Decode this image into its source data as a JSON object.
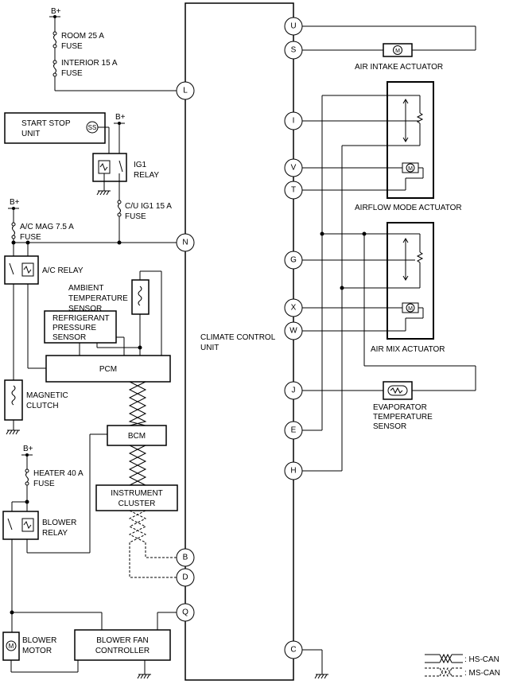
{
  "supply": "B+",
  "fuses": {
    "room": [
      "ROOM 25 A",
      "FUSE"
    ],
    "interior": [
      "INTERIOR 15 A",
      "FUSE"
    ],
    "cu_ig1": [
      "C/U IG1 15 A",
      "FUSE"
    ],
    "ac_mag": [
      "A/C MAG 7.5 A",
      "FUSE"
    ],
    "heater": [
      "HEATER 40 A",
      "FUSE"
    ]
  },
  "components": {
    "start_stop_unit": [
      "START STOP",
      "UNIT"
    ],
    "ss_badge": "SS",
    "ig1_relay": [
      "IG1",
      "RELAY"
    ],
    "ac_relay": "A/C RELAY",
    "ambient_sensor": [
      "AMBIENT",
      "TEMPERATURE",
      "SENSOR"
    ],
    "refrigerant_sensor": [
      "REFRIGERANT",
      "PRESSURE",
      "SENSOR"
    ],
    "pcm": "PCM",
    "magnetic_clutch": [
      "MAGNETIC",
      "CLUTCH"
    ],
    "bcm": "BCM",
    "instrument_cluster": [
      "INSTRUMENT",
      "CLUSTER"
    ],
    "blower_relay": [
      "BLOWER",
      "RELAY"
    ],
    "blower_motor": [
      "BLOWER",
      "MOTOR"
    ],
    "blower_fan_controller": [
      "BLOWER FAN",
      "CONTROLLER"
    ],
    "climate_control_unit": [
      "CLIMATE CONTROL",
      "UNIT"
    ],
    "air_intake_actuator": "AIR INTAKE ACTUATOR",
    "airflow_mode_actuator": "AIRFLOW MODE ACTUATOR",
    "air_mix_actuator": "AIR MIX ACTUATOR",
    "evaporator_sensor": [
      "EVAPORATOR",
      "TEMPERATURE",
      "SENSOR"
    ],
    "motor_symbol": "M"
  },
  "pins": {
    "L": "L",
    "N": "N",
    "B": "B",
    "D": "D",
    "Q": "Q",
    "U": "U",
    "S": "S",
    "I": "I",
    "V": "V",
    "T": "T",
    "G": "G",
    "X": "X",
    "W": "W",
    "J": "J",
    "E": "E",
    "H": "H",
    "C": "C"
  },
  "legend": {
    "hs_can": ": HS-CAN",
    "ms_can": ": MS-CAN"
  }
}
